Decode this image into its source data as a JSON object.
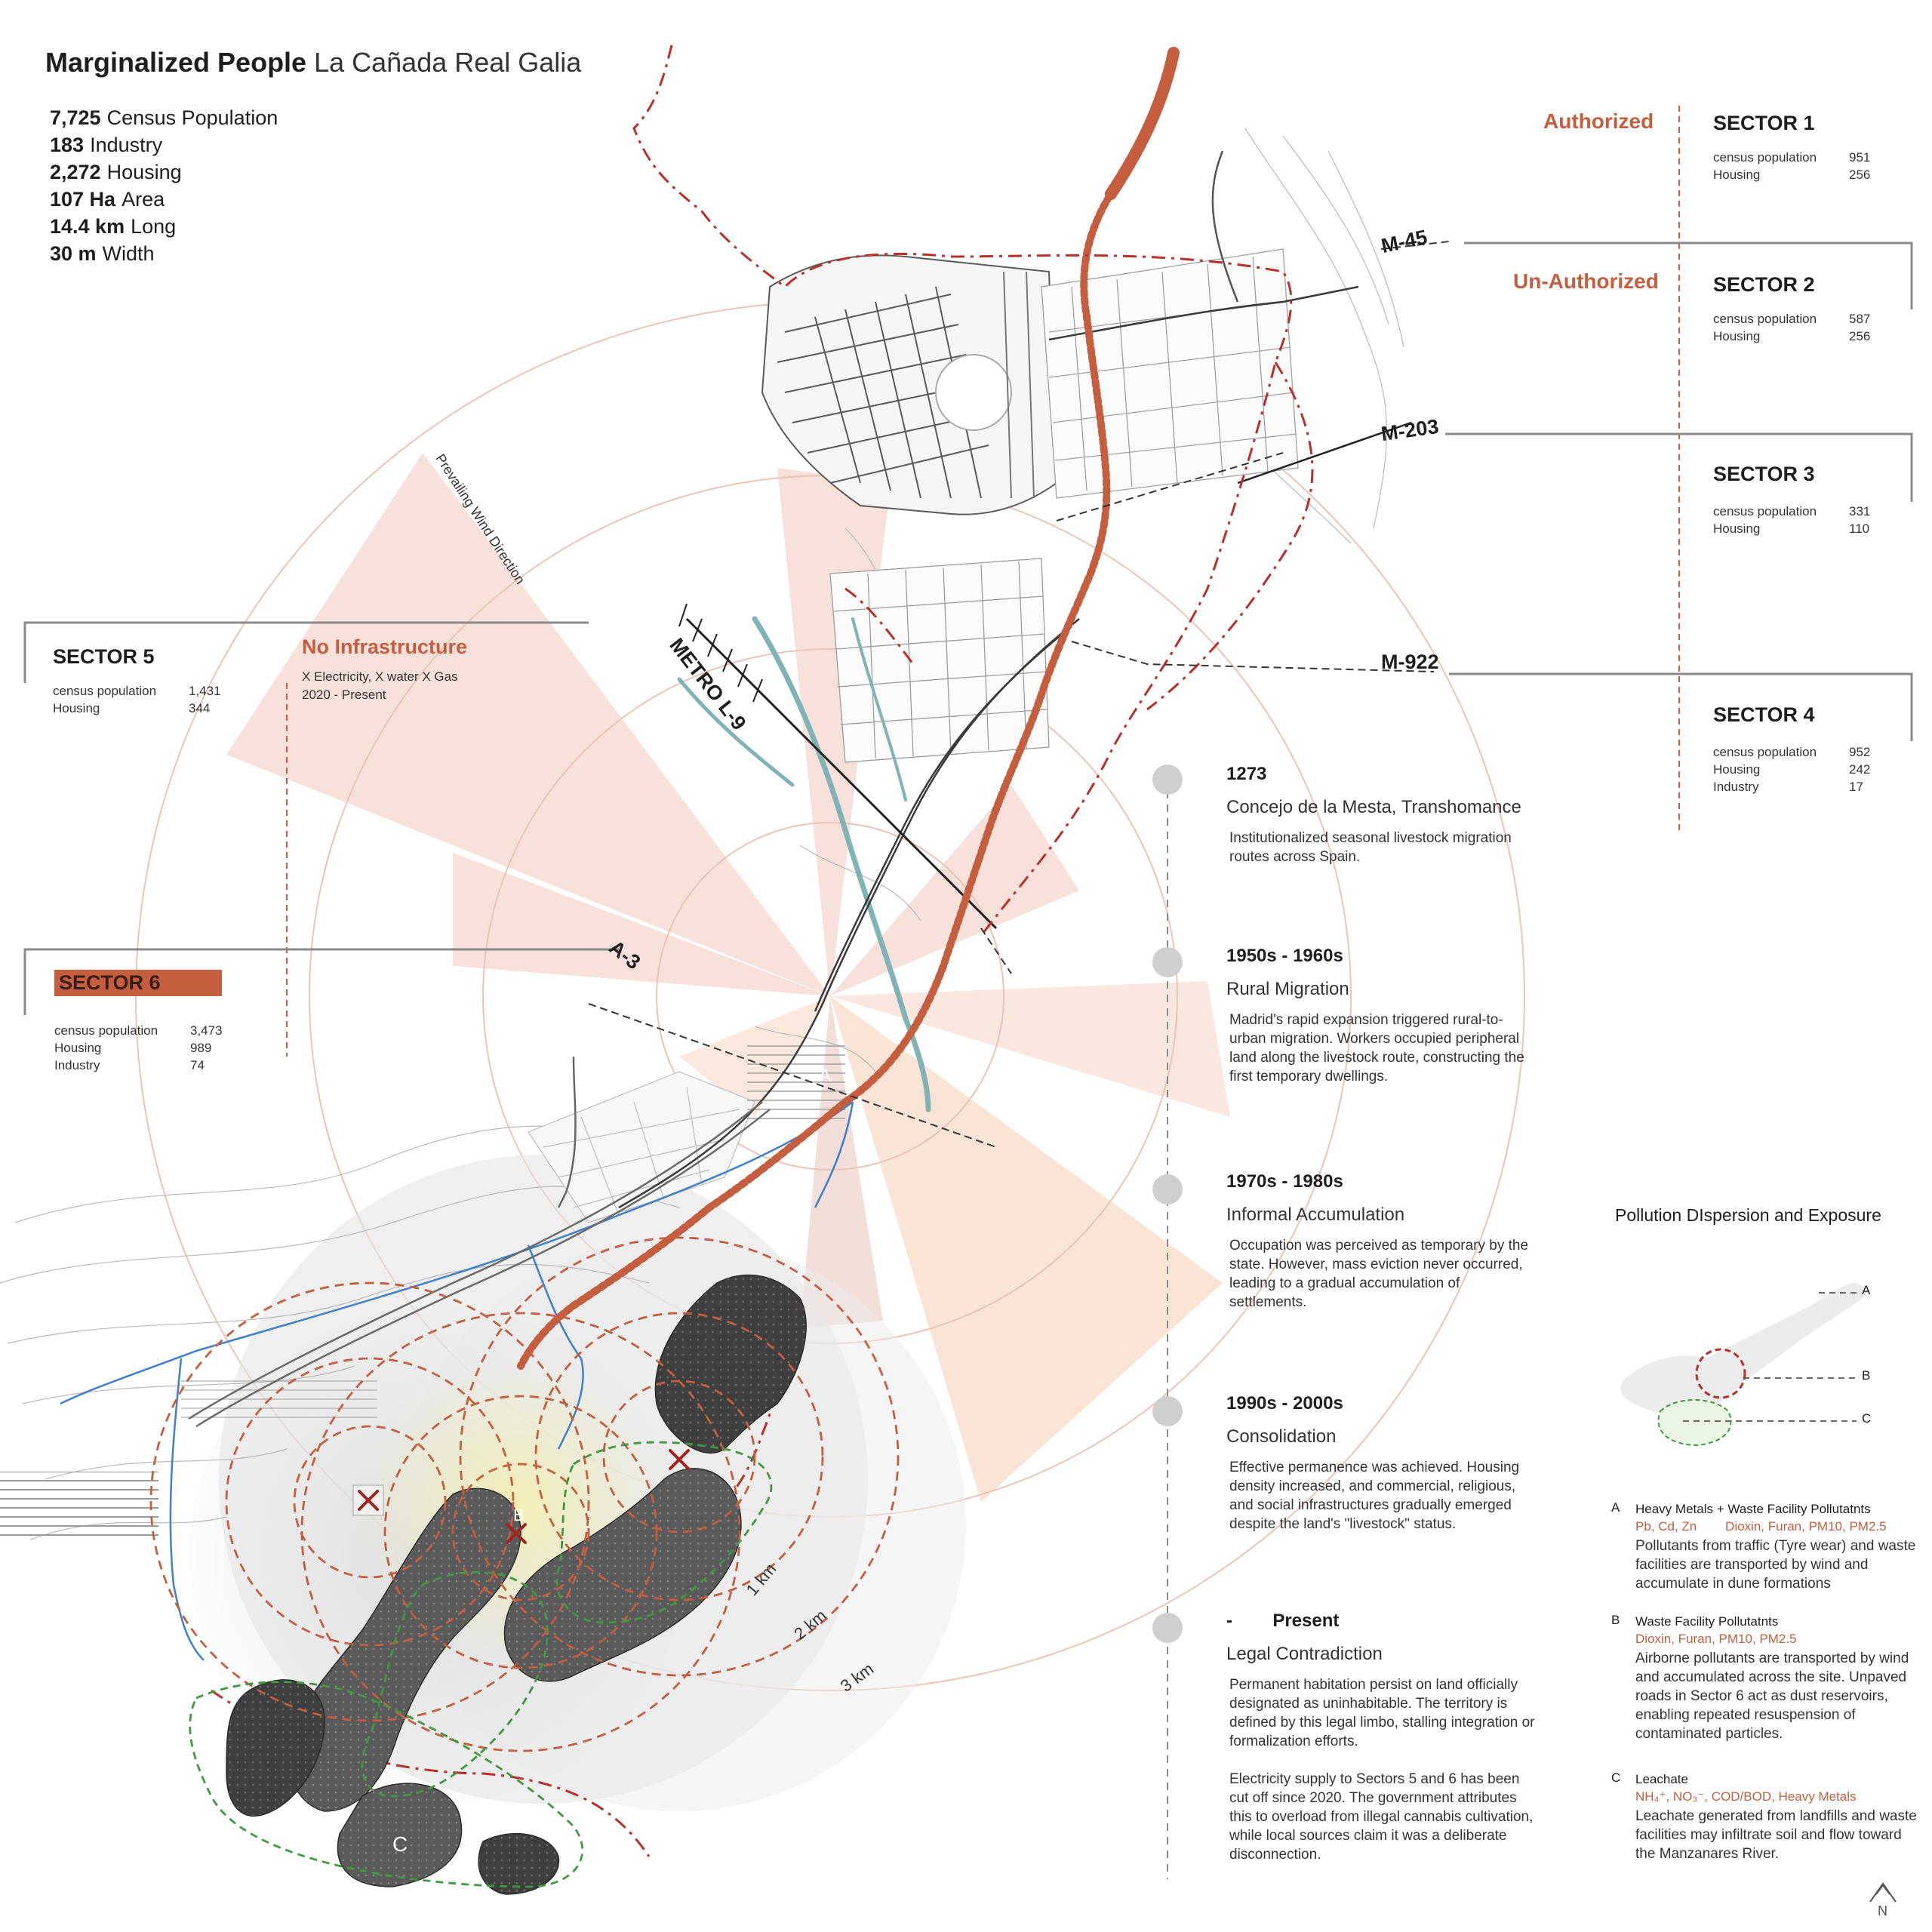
{
  "title": {
    "main": "Marginalized People",
    "sub": "La Cañada Real Galia"
  },
  "stats": [
    {
      "value": "7,725",
      "label": "Census Population"
    },
    {
      "value": "183",
      "label": "Industry"
    },
    {
      "value": "2,272",
      "label": "Housing"
    },
    {
      "value": "107 Ha",
      "label": "Area"
    },
    {
      "value": "14.4 km",
      "label": "Long"
    },
    {
      "value": "30 m",
      "label": "Width"
    }
  ],
  "categories": {
    "authorized": "Authorized",
    "unauthorized": "Un-Authorized"
  },
  "sectors": {
    "s1": {
      "name": "SECTOR 1",
      "rows": [
        {
          "k": "census population",
          "v": "951"
        },
        {
          "k": "Housing",
          "v": "256"
        }
      ]
    },
    "s2": {
      "name": "SECTOR 2",
      "rows": [
        {
          "k": "census population",
          "v": "587"
        },
        {
          "k": "Housing",
          "v": "256"
        }
      ]
    },
    "s3": {
      "name": "SECTOR 3",
      "rows": [
        {
          "k": "census population",
          "v": "331"
        },
        {
          "k": "Housing",
          "v": "110"
        }
      ]
    },
    "s4": {
      "name": "SECTOR 4",
      "rows": [
        {
          "k": "census population",
          "v": "952"
        },
        {
          "k": "Housing",
          "v": "242"
        },
        {
          "k": "Industry",
          "v": "17"
        }
      ]
    },
    "s5": {
      "name": "SECTOR 5",
      "rows": [
        {
          "k": "census population",
          "v": "1,431"
        },
        {
          "k": "Housing",
          "v": "344"
        }
      ]
    },
    "s6": {
      "name": "SECTOR 6",
      "rows": [
        {
          "k": "census population",
          "v": "3,473"
        },
        {
          "k": "Housing",
          "v": "989"
        },
        {
          "k": "Industry",
          "v": "74"
        }
      ]
    }
  },
  "no_infrastructure": {
    "heading": "No Infrastructure",
    "line1": "X Electricity, X water X Gas",
    "line2": "2020 - Present"
  },
  "roads": {
    "m45": "M-45",
    "m203": "M-203",
    "m922": "M-922",
    "metro": "METRO L-9",
    "a3": "A-3"
  },
  "wind_label": "Prevailing Wind Direction",
  "zone_labels": {
    "a": "A",
    "b": "B",
    "c": "C"
  },
  "distance_labels": {
    "d1": "1 km",
    "d2": "2 km",
    "d3": "3 km"
  },
  "timeline": [
    {
      "year": "1273",
      "title": "Concejo de la Mesta, Transhomance",
      "desc": "Institutionalized seasonal livestock migration routes  across Spain."
    },
    {
      "year": "1950s - 1960s",
      "title": "Rural Migration",
      "desc": "Madrid's rapid expansion triggered rural-to-urban migration. Workers occupied peripheral land along the livestock route, constructing the first temporary dwellings."
    },
    {
      "year": "1970s - 1980s",
      "title": "Informal Accumulation",
      "desc": "Occupation was perceived as temporary by the state. However, mass eviction never occurred, leading to a gradual accumulation of settlements."
    },
    {
      "year": "1990s - 2000s",
      "title": "Consolidation",
      "desc": "Effective permanence was achieved. Housing density increased, and commercial, religious, and social infrastructures gradually emerged despite the land's \"livestock\" status."
    },
    {
      "year": "-        Present",
      "title": "Legal Contradiction",
      "desc": "Permanent habitation persist on land officially designated as uninhabitable. The territory is defined by this legal limbo, stalling integration or formalization efforts.",
      "desc2": "Electricity supply to Sectors 5 and 6 has been cut off since 2020. The government attributes this to overload from illegal cannabis cultivation, while local sources claim it was a deliberate disconnection."
    }
  ],
  "pollution": {
    "heading": "Pollution DIspersion and Exposure",
    "diagram_labels": {
      "a": "A",
      "b": "B",
      "c": "C"
    },
    "items": [
      {
        "letter": "A",
        "title": "Heavy Metals + Waste Facility Pollutatnts",
        "pollutants": "Pb, Cd, Zn        Dioxin, Furan, PM10, PM2.5",
        "text": "Pollutants from traffic (Tyre wear) and waste facilities are transported by wind and accumulate in dune formations"
      },
      {
        "letter": "B",
        "title": "Waste Facility Pollutatnts",
        "pollutants": "Dioxin, Furan, PM10, PM2.5",
        "text": "Airborne pollutants are transported by wind and accumulated across the site. Unpaved roads in Sector 6 act as dust reservoirs, enabling repeated resuspension of contaminated particles."
      },
      {
        "letter": "C",
        "title": "Leachate",
        "pollutants": "NH₄⁺, NO₃⁻, COD/BOD, Heavy Metals",
        "text": "Leachate generated from landfills and waste facilities may infiltrate soil and flow toward the Manzanares River."
      }
    ]
  },
  "north_label": "N",
  "colors": {
    "accent": "#c45e3e",
    "route": "#c45e3e",
    "wedge": "#f3d3c8",
    "river": "#7fb3b5",
    "landfill": "#4a4a4a",
    "leachate": "#3f9a3f"
  }
}
